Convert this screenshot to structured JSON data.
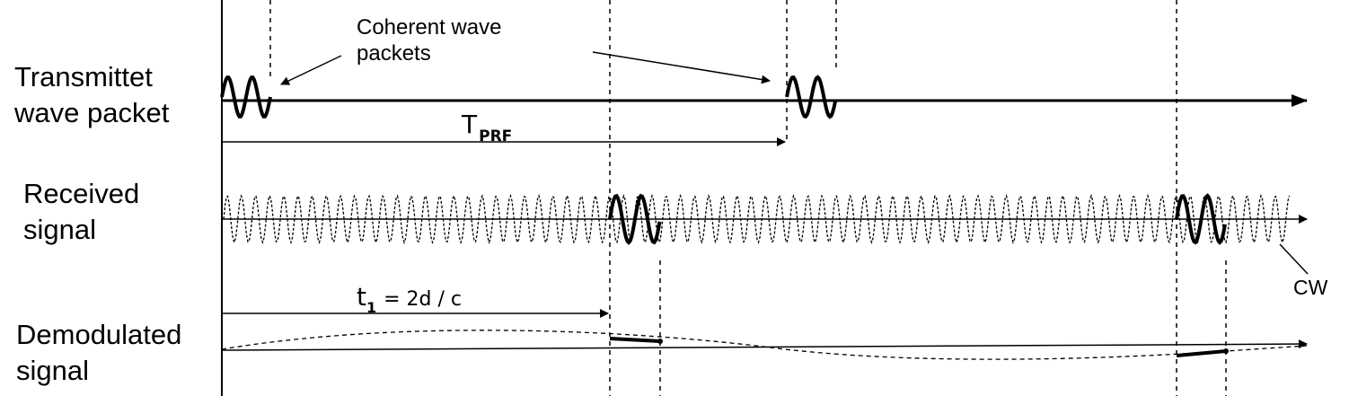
{
  "rows": {
    "transmitted": [
      "Transmittet",
      "wave packet"
    ],
    "received": [
      "Received",
      "signal"
    ],
    "demodulated": [
      "Demodulated",
      "signal"
    ]
  },
  "annotations": {
    "coherent": [
      "Coherent wave",
      "packets"
    ],
    "tprf_main": "T",
    "tprf_sub": "PRF",
    "t1_main": "t",
    "t1_sub": "1",
    "t1_rest": "= 2d / c",
    "cw": "CW"
  }
}
